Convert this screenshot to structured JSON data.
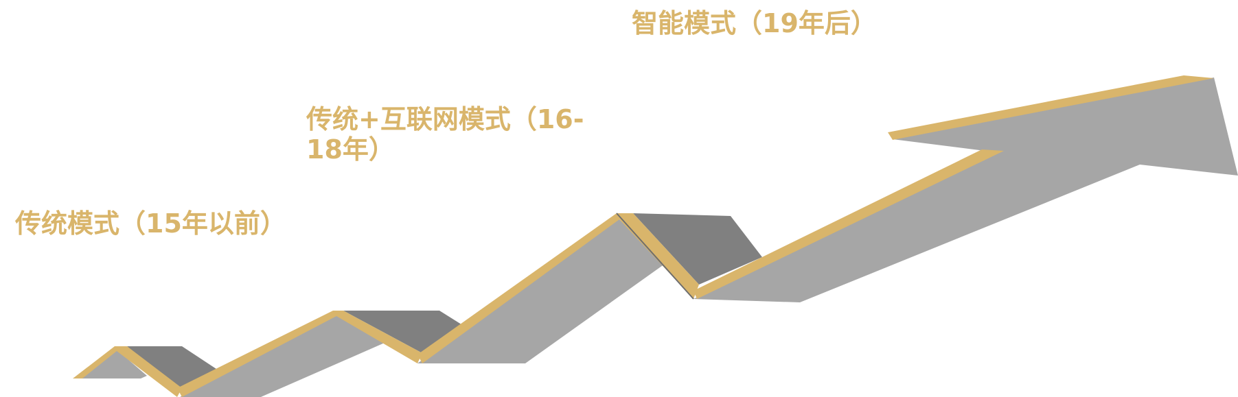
{
  "stages": [
    {
      "label": "传统模式（15年以前）"
    },
    {
      "label_line1": "传统+互联网模式（16-",
      "label_line2": "18年）"
    },
    {
      "label": "智能模式（19年后）"
    }
  ],
  "colors": {
    "gold": "#D9B56B",
    "light_gray": "#A6A6A6",
    "dark_gray": "#808080",
    "background": "#FFFFFF"
  }
}
